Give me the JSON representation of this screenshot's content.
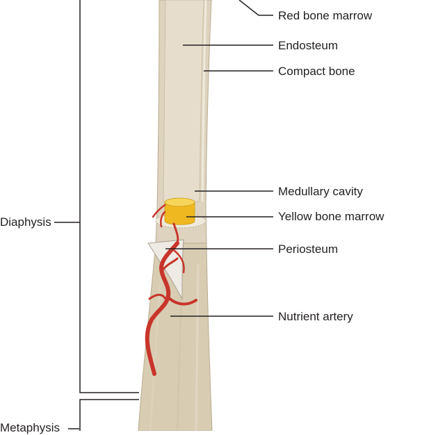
{
  "labels": {
    "red_bone_marrow": "Red bone marrow",
    "endosteum": "Endosteum",
    "compact_bone": "Compact bone",
    "medullary_cavity": "Medullary cavity",
    "yellow_bone_marrow": "Yellow bone marrow",
    "periosteum": "Periosteum",
    "nutrient_artery": "Nutrient artery",
    "diaphysis": "Diaphysis",
    "metaphysis": "Metaphysis"
  },
  "colors": {
    "bone_outer": "#d9cdb4",
    "bone_inner": "#e4dccb",
    "bone_edge": "#b9ab8f",
    "yellow_marrow": "#f2c230",
    "artery": "#c8352b",
    "periosteum": "#ece8e2",
    "line": "#231f20"
  }
}
